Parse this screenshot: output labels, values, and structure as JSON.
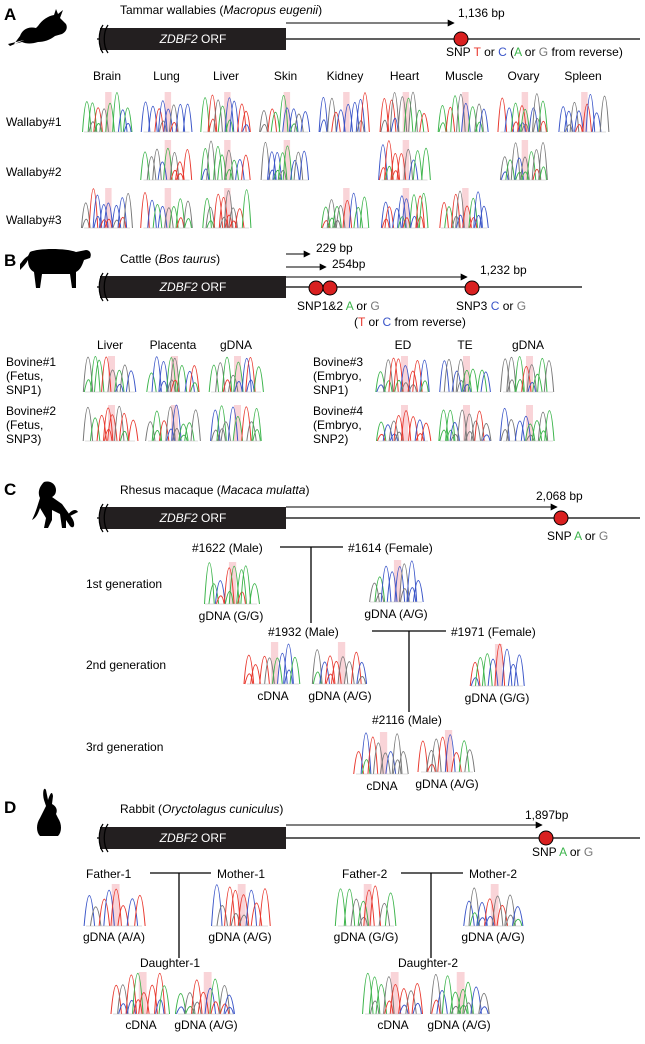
{
  "colors": {
    "A": "#3cb44b",
    "T": "#e8382e",
    "C": "#3a55c8",
    "G": "#777777",
    "highlight": "#f9d4d8",
    "snp": "#d92020"
  },
  "panels": [
    {
      "letter": "A",
      "icon": "wallaby-silhouette-icon",
      "species": "Tammar wallabies",
      "latin": "Macropus eugenii",
      "orf": "ZDBF2",
      "orf_suffix": "ORF",
      "distances": [
        "1,136 bp"
      ],
      "snp_label": "SNP",
      "snp_alleles_1": "T",
      "snp_or": "or",
      "snp_alleles_2": "C",
      "snp_note_open": "(",
      "snp_note_a": "A",
      "snp_note_or": "or",
      "snp_note_g": "G",
      "snp_note_rest": "from reverse)",
      "tissues": [
        "Brain",
        "Lung",
        "Liver",
        "Skin",
        "Kidney",
        "Heart",
        "Muscle",
        "Ovary",
        "Spleen"
      ],
      "rows": [
        {
          "label": "Wallaby#1",
          "present": [
            1,
            1,
            1,
            1,
            1,
            1,
            1,
            1,
            1
          ]
        },
        {
          "label": "Wallaby#2",
          "present": [
            0,
            1,
            1,
            1,
            0,
            1,
            0,
            1,
            0
          ]
        },
        {
          "label": "Wallaby#3",
          "present": [
            1,
            1,
            1,
            0,
            1,
            1,
            1,
            0,
            0
          ]
        }
      ]
    },
    {
      "letter": "B",
      "icon": "cow-silhouette-icon",
      "species": "Cattle",
      "latin": "Bos taurus",
      "orf": "ZDBF2",
      "orf_suffix": "ORF",
      "distances": [
        "229 bp",
        "254bp",
        "1,232 bp"
      ],
      "snp12_label": "SNP1&2",
      "snp12_a": "A",
      "snp12_or": "or",
      "snp12_g": "G",
      "snp12_note_open": "(",
      "snp12_note_t": "T",
      "snp12_note_or": "or",
      "snp12_note_c": "C",
      "snp12_note_rest": "from reverse)",
      "snp3_label": "SNP3",
      "snp3_c": "C",
      "snp3_or": "or",
      "snp3_g": "G",
      "left_columns": [
        "Liver",
        "Placenta",
        "gDNA"
      ],
      "right_columns": [
        "ED",
        "TE",
        "gDNA"
      ],
      "left_rows": [
        [
          "Bovine#1",
          "(Fetus,",
          "SNP1)"
        ],
        [
          "Bovine#2",
          "(Fetus,",
          "SNP3)"
        ]
      ],
      "right_rows": [
        [
          "Bovine#3",
          "(Embryo,",
          "SNP1)"
        ],
        [
          "Bovine#4",
          "(Embryo,",
          "SNP2)"
        ]
      ]
    },
    {
      "letter": "C",
      "icon": "macaque-silhouette-icon",
      "species": "Rhesus macaque",
      "latin": "Macaca mulatta",
      "orf": "ZDBF2",
      "orf_suffix": "ORF",
      "distances": [
        "2,068 bp"
      ],
      "snp_label": "SNP",
      "snp_a": "A",
      "snp_or": "or",
      "snp_g": "G",
      "generations": [
        "1st generation",
        "2nd generation",
        "3rd generation"
      ],
      "individuals": [
        "#1622 (Male)",
        "#1614 (Female)",
        "#1932 (Male)",
        "#1971 (Female)",
        "#2116 (Male)"
      ],
      "trace_labels": [
        "gDNA (G/G)",
        "gDNA (A/G)",
        "cDNA",
        "gDNA (A/G)",
        "gDNA (G/G)",
        "cDNA",
        "gDNA (A/G)"
      ]
    },
    {
      "letter": "D",
      "icon": "rabbit-silhouette-icon",
      "species": "Rabbit",
      "latin": "Oryctolagus cuniculus",
      "orf": "ZDBF2",
      "orf_suffix": "ORF",
      "distances": [
        "1,897bp"
      ],
      "snp_label": "SNP",
      "snp_a": "A",
      "snp_or": "or",
      "snp_g": "G",
      "individuals": [
        "Father-1",
        "Mother-1",
        "Father-2",
        "Mother-2",
        "Daughter-1",
        "Daughter-2"
      ],
      "trace_labels": [
        "gDNA (A/A)",
        "gDNA (A/G)",
        "gDNA (G/G)",
        "gDNA (A/G)",
        "cDNA",
        "gDNA (A/G)",
        "cDNA",
        "gDNA (A/G)"
      ]
    }
  ]
}
